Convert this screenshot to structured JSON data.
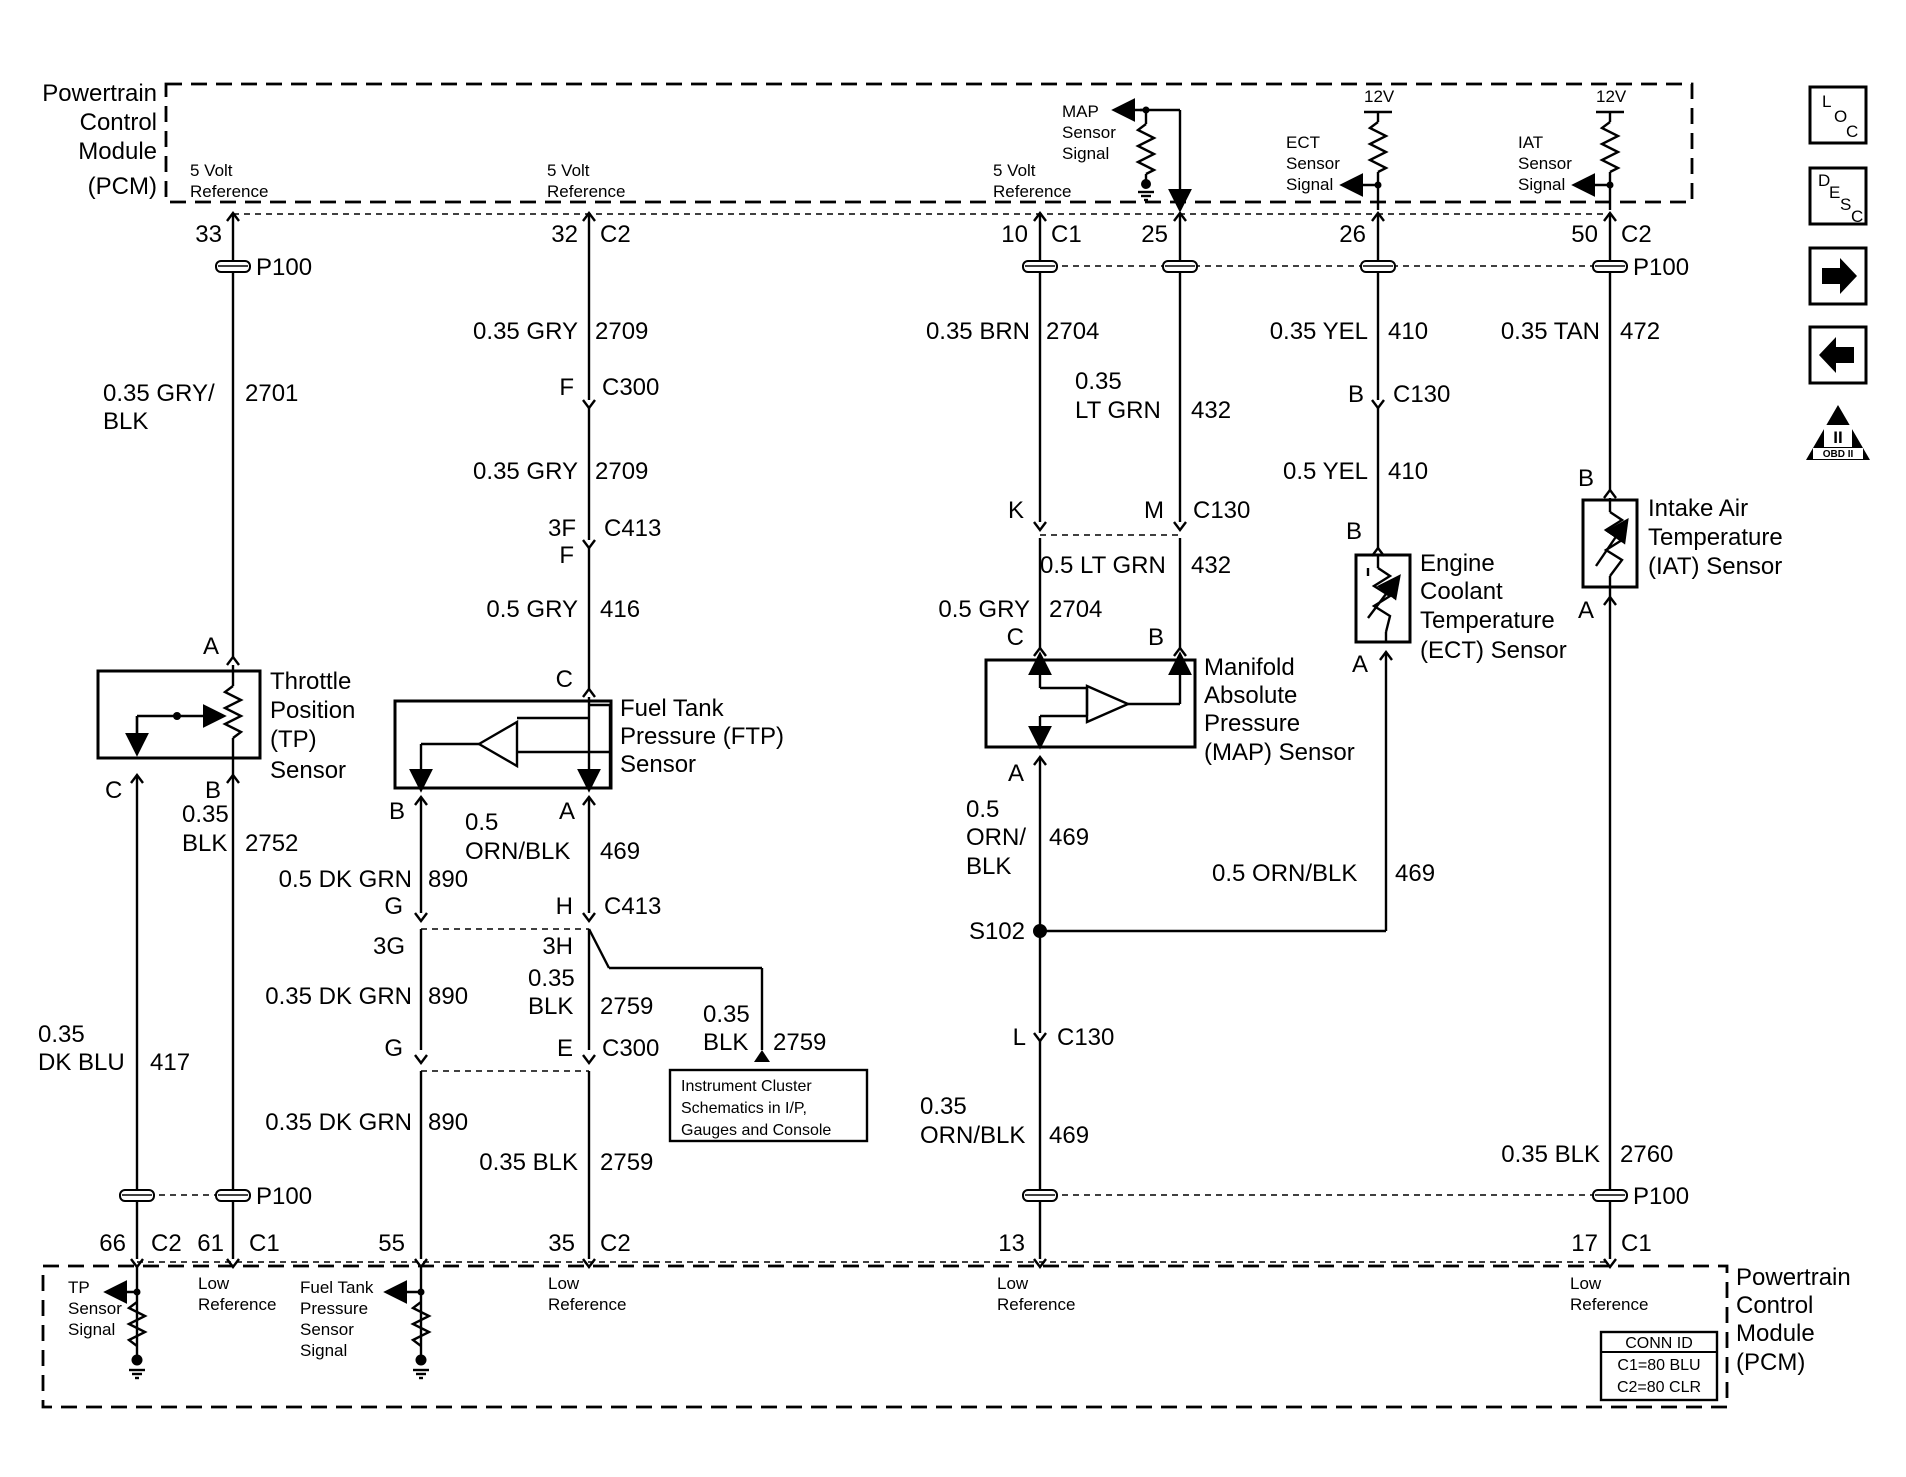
{
  "pcm_top": [
    "Powertrain",
    "Control",
    "Module",
    "(PCM)"
  ],
  "pcm_bottom": [
    "Powertrain",
    "Control",
    "Module",
    "(PCM)"
  ],
  "pcm_signals": {
    "ref5v_a": [
      "5 Volt",
      "Reference"
    ],
    "ref5v_b": [
      "5 Volt",
      "Reference"
    ],
    "ref5v_c": [
      "5 Volt",
      "Reference"
    ],
    "map_signal": [
      "MAP",
      "Sensor",
      "Signal"
    ],
    "ect_signal": [
      "ECT",
      "Sensor",
      "Signal"
    ],
    "iat_signal": [
      "IAT",
      "Sensor",
      "Signal"
    ],
    "volt12_a": "12V",
    "volt12_b": "12V",
    "tp_signal": [
      "TP",
      "Sensor",
      "Signal"
    ],
    "ftp_signal": [
      "Fuel Tank",
      "Pressure",
      "Sensor",
      "Signal"
    ],
    "lowref_a": [
      "Low",
      "Reference"
    ],
    "lowref_b": [
      "Low",
      "Reference"
    ],
    "lowref_c": [
      "Low",
      "Reference"
    ],
    "lowref_d": [
      "Low",
      "Reference"
    ]
  },
  "pins": {
    "p33": "33",
    "p32": "32",
    "p10": "10",
    "p25": "25",
    "p26": "26",
    "p50": "50",
    "c2_a": "C2",
    "c1_a": "C1",
    "c2_b": "C2",
    "p66": "66",
    "p61": "61",
    "p55": "55",
    "p35": "35",
    "p13": "13",
    "p17": "17",
    "c2_c": "C2",
    "c1_b": "C1",
    "c2_d": "C2",
    "c1_c": "C1"
  },
  "splices": {
    "p100_a": "P100",
    "p100_b": "P100",
    "p100_c": "P100",
    "p100_d": "P100",
    "s102": "S102"
  },
  "wires": {
    "w2701": [
      "0.35 GRY/",
      "BLK"
    ],
    "w2701_num": "2701",
    "w2709a": "0.35 GRY",
    "w2709a_num": "2709",
    "w2709b": "0.35 GRY",
    "w2709b_num": "2709",
    "w416": "0.5 GRY",
    "w416_num": "416",
    "w2704a": "0.35 BRN",
    "w2704a_num": "2704",
    "w432a": [
      "0.35",
      "LT GRN"
    ],
    "w432a_num": "432",
    "w410a": "0.35 YEL",
    "w410a_num": "410",
    "w472": "0.35 TAN",
    "w472_num": "472",
    "w410b": "0.5 YEL",
    "w410b_num": "410",
    "w432b": "0.5 LT GRN",
    "w432b_num": "432",
    "w2704b": "0.5 GRY",
    "w2704b_num": "2704",
    "w2752": [
      "0.35",
      "BLK"
    ],
    "w2752_num": "2752",
    "w890a": "0.5 DK GRN",
    "w890a_num": "890",
    "w469a": [
      "0.5",
      "ORN/BLK"
    ],
    "w469a_num": "469",
    "w469b": [
      "0.5",
      "ORN/",
      "BLK"
    ],
    "w469b_num": "469",
    "w469c": "0.5 ORN/BLK",
    "w469c_num": "469",
    "w890b": "0.35 DK GRN",
    "w890b_num": "890",
    "w2759a": [
      "0.35",
      "BLK"
    ],
    "w2759a_num": "2759",
    "w2759b": [
      "0.35",
      "BLK"
    ],
    "w2759b_num": "2759",
    "w417": [
      "0.35",
      "DK BLU"
    ],
    "w417_num": "417",
    "w890c": "0.35 DK GRN",
    "w890c_num": "890",
    "w2759c": "0.35 BLK",
    "w2759c_num": "2759",
    "w469d": [
      "0.35",
      "ORN/BLK"
    ],
    "w469d_num": "469",
    "w2760": "0.35 BLK",
    "w2760_num": "2760"
  },
  "connectors": {
    "f_c300": "F",
    "c300_a": "C300",
    "f3_c413": "3F",
    "f_c413": "F",
    "c413_a": "C413",
    "k_c130": "K",
    "m_c130": "M",
    "c130_a": "C130",
    "b_c130": "B",
    "c130_b": "C130",
    "b_ect": "B",
    "a_ect": "A",
    "b_iat": "B",
    "a_iat": "A",
    "a_tp": "A",
    "c_tp": "C",
    "b_tp": "B",
    "c_ftp": "C",
    "b_ftp": "B",
    "a_ftp": "A",
    "c_map": "C",
    "b_map": "B",
    "a_map": "A",
    "g_c413": "G",
    "h_c413": "H",
    "c413_b": "C413",
    "g3": "3G",
    "h3": "3H",
    "g_c300": "G",
    "e_c300": "E",
    "c300_b": "C300",
    "l_c130": "L",
    "c130_c": "C130"
  },
  "components": {
    "tp": [
      "Throttle",
      "Position",
      "(TP)",
      "Sensor"
    ],
    "ftp": [
      "Fuel Tank",
      "Pressure (FTP)",
      "Sensor"
    ],
    "map": [
      "Manifold",
      "Absolute",
      "Pressure",
      "(MAP) Sensor"
    ],
    "ect": [
      "Engine",
      "Coolant",
      "Temperature",
      "(ECT) Sensor"
    ],
    "iat": [
      "Intake Air",
      "Temperature",
      "(IAT) Sensor"
    ]
  },
  "reference_box": [
    "Instrument Cluster",
    "Schematics in I/P,",
    "Gauges and Console"
  ],
  "conn_id": {
    "title": "CONN ID",
    "c1": "C1=80 BLU",
    "c2": "C2=80 CLR"
  },
  "nav": {
    "loc": [
      "L",
      "O",
      "C"
    ],
    "desc": [
      "D",
      "E",
      "S",
      "C"
    ],
    "obd": "OBD II",
    "obd_mark": "II"
  }
}
